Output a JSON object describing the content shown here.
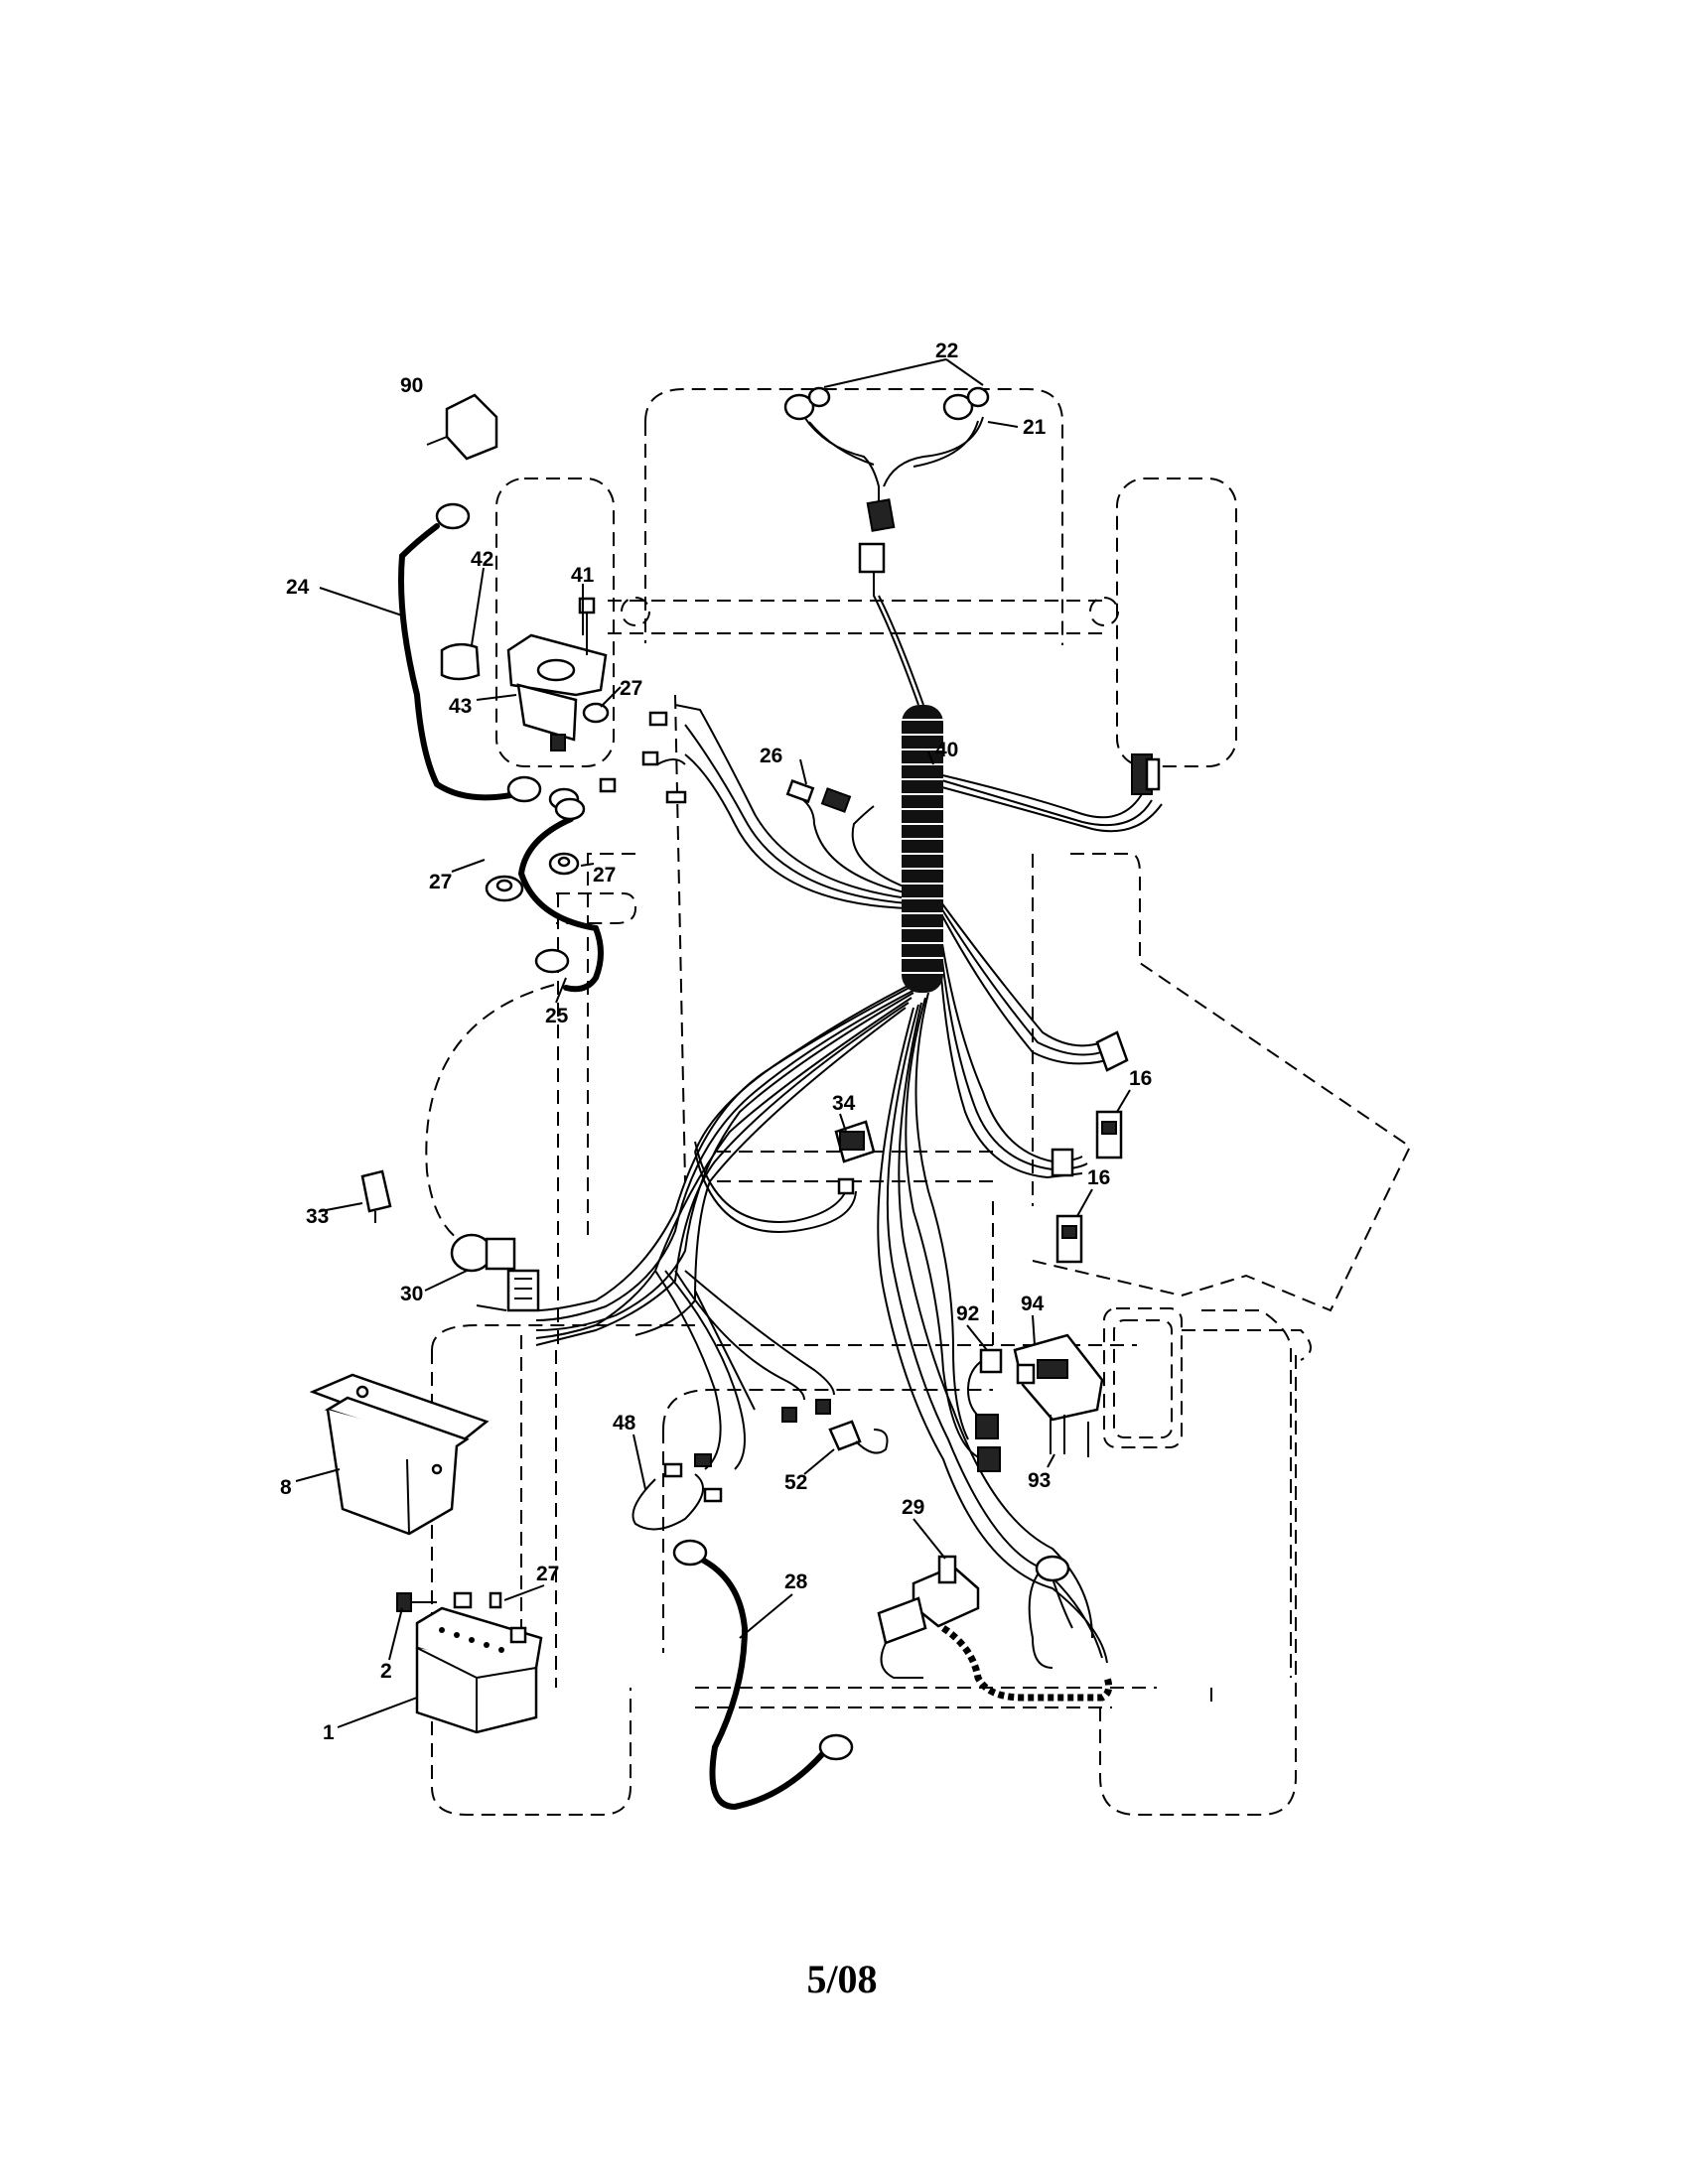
{
  "diagram": {
    "page_number": "5/08",
    "callouts": {
      "c90": "90",
      "c22": "22",
      "c21": "21",
      "c24": "24",
      "c42": "42",
      "c41": "41",
      "c43": "43",
      "c27a": "27",
      "c27b": "27",
      "c27c": "27",
      "c27d": "27",
      "c26": "26",
      "c40": "40",
      "c25": "25",
      "c34": "34",
      "c16a": "16",
      "c16b": "16",
      "c33": "33",
      "c30": "30",
      "c92": "92",
      "c94": "94",
      "c48": "48",
      "c52": "52",
      "c8": "8",
      "c93": "93",
      "c29": "29",
      "c28": "28",
      "c2": "2",
      "c1": "1"
    }
  }
}
